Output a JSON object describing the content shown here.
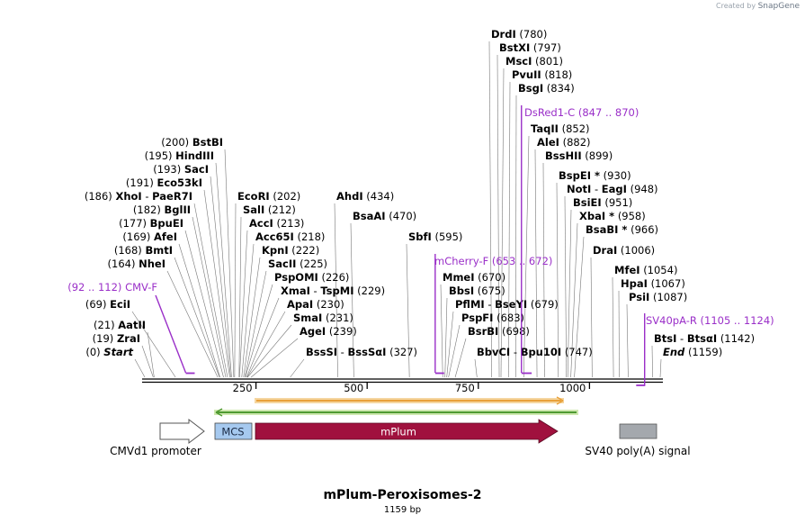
{
  "app": {
    "created_by": "Created by",
    "brand": "SnapGene"
  },
  "plasmid": {
    "name": "mPlum-Peroxisomes-2",
    "length_label": "1159 bp",
    "length": 1159
  },
  "ruler": {
    "ticks": [
      250,
      500,
      750,
      1000
    ]
  },
  "sites": [
    {
      "name": "Start",
      "pos": "(0)",
      "bp": 0,
      "italic": true,
      "label_left": true
    },
    {
      "name": "ZraI",
      "pos": "(19)",
      "bp": 19,
      "label_left": true
    },
    {
      "name": "AatII",
      "pos": "(21)",
      "bp": 21,
      "label_left": true
    },
    {
      "name": "EciI",
      "pos": "(69)",
      "bp": 69,
      "label_left": true
    },
    {
      "name": "NheI",
      "pos": "(164)",
      "bp": 164,
      "label_left": true
    },
    {
      "name": "BmtI",
      "pos": "(168)",
      "bp": 168,
      "label_left": true
    },
    {
      "name": "AfeI",
      "pos": "(169)",
      "bp": 169,
      "label_left": true
    },
    {
      "name": "BpuEI",
      "pos": "(177)",
      "bp": 177,
      "label_left": true
    },
    {
      "name": "BglII",
      "pos": "(182)",
      "bp": 182,
      "label_left": true
    },
    {
      "name": "XhoI",
      "name2": "PaeR7I",
      "pos": "(186)",
      "bp": 186,
      "label_left": true
    },
    {
      "name": "Eco53kI",
      "pos": "(191)",
      "bp": 191,
      "label_left": true
    },
    {
      "name": "SacI",
      "pos": "(193)",
      "bp": 193,
      "label_left": true
    },
    {
      "name": "HindIII",
      "pos": "(195)",
      "bp": 195,
      "label_left": true
    },
    {
      "name": "BstBI",
      "pos": "(200)",
      "bp": 200,
      "label_left": true
    },
    {
      "name": "EcoRI",
      "pos": "(202)",
      "bp": 202
    },
    {
      "name": "SalI",
      "pos": "(212)",
      "bp": 212
    },
    {
      "name": "AccI",
      "pos": "(213)",
      "bp": 213
    },
    {
      "name": "Acc65I",
      "pos": "(218)",
      "bp": 218
    },
    {
      "name": "KpnI",
      "pos": "(222)",
      "bp": 222
    },
    {
      "name": "SacII",
      "pos": "(225)",
      "bp": 225
    },
    {
      "name": "PspOMI",
      "pos": "(226)",
      "bp": 226
    },
    {
      "name": "XmaI",
      "name2": "TspMI",
      "pos": "(229)",
      "bp": 229
    },
    {
      "name": "ApaI",
      "pos": "(230)",
      "bp": 230
    },
    {
      "name": "SmaI",
      "pos": "(231)",
      "bp": 231
    },
    {
      "name": "AgeI",
      "pos": "(239)",
      "bp": 239
    },
    {
      "name": "BssSI",
      "name2": "BssSαI",
      "pos": "(327)",
      "bp": 327
    },
    {
      "name": "AhdI",
      "pos": "(434)",
      "bp": 434
    },
    {
      "name": "BsaAI",
      "pos": "(470)",
      "bp": 470
    },
    {
      "name": "SbfI",
      "pos": "(595)",
      "bp": 595
    },
    {
      "name": "MmeI",
      "pos": "(670)",
      "bp": 670
    },
    {
      "name": "BbsI",
      "pos": "(675)",
      "bp": 675
    },
    {
      "name": "PflMI",
      "name2": "BseYI",
      "pos": "(679)",
      "bp": 679
    },
    {
      "name": "PspFI",
      "pos": "(683)",
      "bp": 683
    },
    {
      "name": "BsrBI",
      "pos": "(698)",
      "bp": 698
    },
    {
      "name": "BbvCI",
      "name2": "Bpu10I",
      "pos": "(747)",
      "bp": 747
    },
    {
      "name": "DrdI",
      "pos": "(780)",
      "bp": 780
    },
    {
      "name": "BstXI",
      "pos": "(797)",
      "bp": 797
    },
    {
      "name": "MscI",
      "pos": "(801)",
      "bp": 801
    },
    {
      "name": "PvuII",
      "pos": "(818)",
      "bp": 818
    },
    {
      "name": "BsgI",
      "pos": "(834)",
      "bp": 834
    },
    {
      "name": "TaqII",
      "pos": "(852)",
      "bp": 852
    },
    {
      "name": "AleI",
      "pos": "(882)",
      "bp": 882
    },
    {
      "name": "BssHII",
      "pos": "(899)",
      "bp": 899
    },
    {
      "name": "BspEI *",
      "pos": "(930)",
      "bp": 930
    },
    {
      "name": "NotI",
      "name2": "EagI",
      "pos": "(948)",
      "bp": 948
    },
    {
      "name": "BsiEI",
      "pos": "(951)",
      "bp": 951
    },
    {
      "name": "XbaI *",
      "pos": "(958)",
      "bp": 958
    },
    {
      "name": "BsaBI *",
      "pos": "(966)",
      "bp": 966
    },
    {
      "name": "DraI",
      "pos": "(1006)",
      "bp": 1006
    },
    {
      "name": "MfeI",
      "pos": "(1054)",
      "bp": 1054
    },
    {
      "name": "HpaI",
      "pos": "(1067)",
      "bp": 1067
    },
    {
      "name": "PsiI",
      "pos": "(1087)",
      "bp": 1087
    },
    {
      "name": "BtsI",
      "name2": "BtsαI",
      "pos": "(1142)",
      "bp": 1142
    },
    {
      "name": "End",
      "pos": "(1159)",
      "bp": 1159,
      "italic": true
    }
  ],
  "primers": [
    {
      "name": "CMV-F",
      "range": "(92 .. 112)",
      "start": 92,
      "end": 112,
      "direction": "forward"
    },
    {
      "name": "mCherry-F",
      "range": "(653 .. 672)",
      "start": 653,
      "end": 672,
      "direction": "forward"
    },
    {
      "name": "DsRed1-C",
      "range": "(847 .. 870)",
      "start": 847,
      "end": 870,
      "direction": "forward"
    },
    {
      "name": "SV40pA-R",
      "range": "(1105 .. 1124)",
      "start": 1105,
      "end": 1124,
      "direction": "reverse"
    }
  ],
  "features": [
    {
      "name": "CMVd1 promoter",
      "type": "promoter"
    },
    {
      "name": "MCS",
      "type": "misc"
    },
    {
      "name": "mPlum",
      "type": "cds"
    },
    {
      "name": "SV40 poly(A) signal",
      "type": "polyA"
    }
  ],
  "colors": {
    "primer": "#9a2fc8",
    "mplum": "#a0113e",
    "mcs": "#a6c9ef",
    "polya": "#a4a8ad",
    "orf_orange": "#e8a03a",
    "orf_green": "#4f9a32"
  }
}
